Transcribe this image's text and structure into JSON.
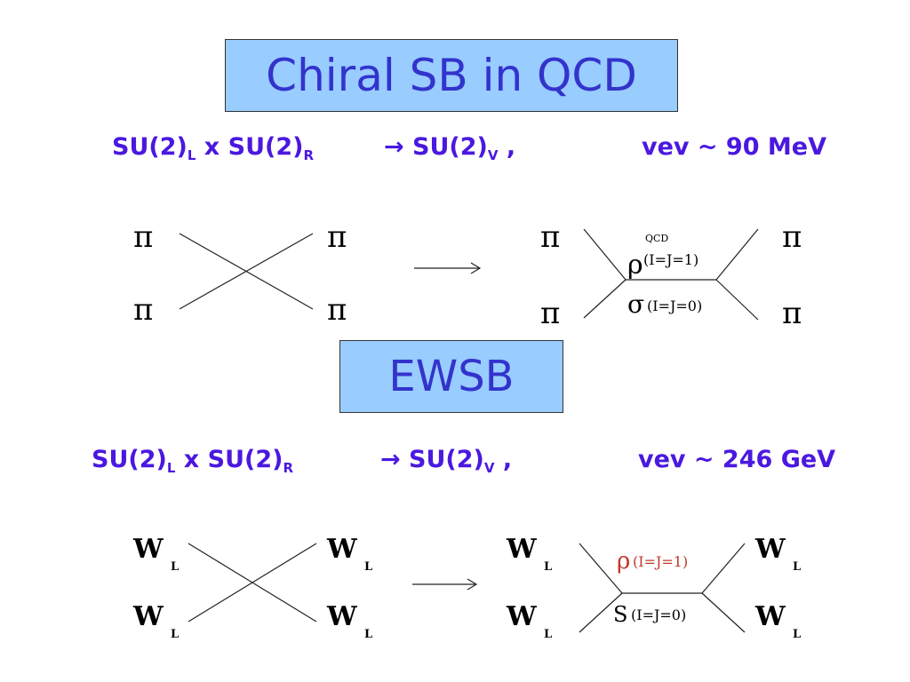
{
  "qcd": {
    "title": "Chiral SB in QCD",
    "eq": {
      "su2": "SU(2)",
      "sub_l": "L",
      "times": " x ",
      "su2b": "SU(2)",
      "sub_r": "R",
      "arrow": "→ SU(2)",
      "sub_v": "V",
      "comma": " ,",
      "vev": "vev  ~ 90 MeV"
    },
    "diagram": {
      "particle": "π",
      "rho": "ρ",
      "rho_sup": "QCD",
      "rho_qn": "(I=J=1)",
      "sigma": "σ",
      "sigma_qn": "(I=J=0)"
    }
  },
  "ewsb": {
    "title": "EWSB",
    "eq": {
      "su2": "SU(2)",
      "sub_l": "L",
      "times": " x ",
      "su2b": "SU(2)",
      "sub_r": "R",
      "arrow": "→ SU(2)",
      "sub_v": "V",
      "comma": " ,",
      "vev": "vev  ~ 246 GeV"
    },
    "diagram": {
      "particle": "W",
      "particle_sub": "L",
      "rho": "ρ",
      "rho_qn": "(I=J=1)",
      "s": "S",
      "s_qn": "(I=J=0)"
    }
  },
  "colors": {
    "title_bg": "#99ccff",
    "title_text": "#3333cc",
    "equation": "#4a18e0",
    "rho_ewsb": "#c0392b"
  }
}
